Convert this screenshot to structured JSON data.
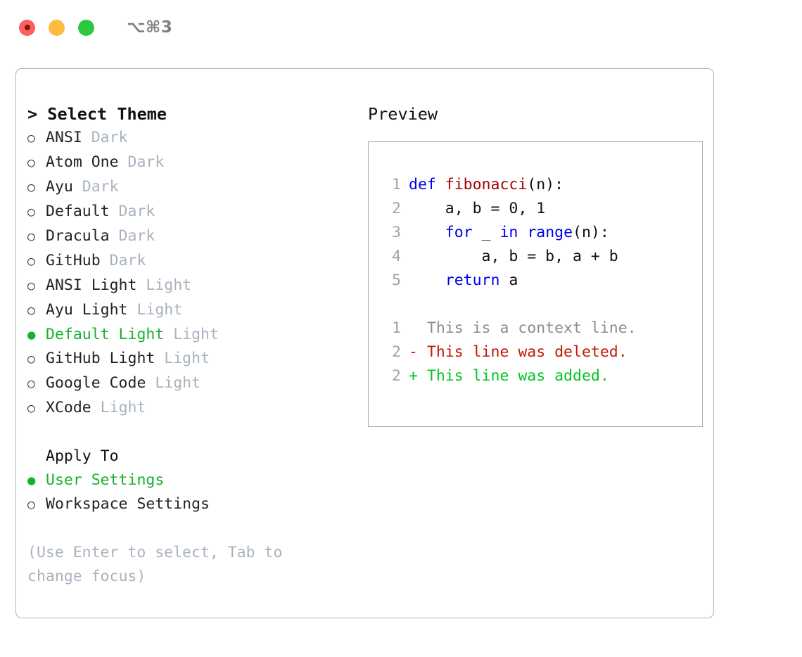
{
  "titlebar": {
    "shortcut": "⌥⌘3",
    "buttons": [
      "close",
      "minimize",
      "maximize"
    ]
  },
  "left": {
    "heading": "> Select Theme",
    "themes": [
      {
        "bullet": "○",
        "name": "ANSI",
        "tag": "Dark",
        "selected": false
      },
      {
        "bullet": "○",
        "name": "Atom One",
        "tag": "Dark",
        "selected": false
      },
      {
        "bullet": "○",
        "name": "Ayu",
        "tag": "Dark",
        "selected": false
      },
      {
        "bullet": "○",
        "name": "Default",
        "tag": "Dark",
        "selected": false
      },
      {
        "bullet": "○",
        "name": "Dracula",
        "tag": "Dark",
        "selected": false
      },
      {
        "bullet": "○",
        "name": "GitHub",
        "tag": "Dark",
        "selected": false
      },
      {
        "bullet": "○",
        "name": "ANSI Light",
        "tag": "Light",
        "selected": false
      },
      {
        "bullet": "○",
        "name": "Ayu Light",
        "tag": "Light",
        "selected": false
      },
      {
        "bullet": "●",
        "name": "Default Light",
        "tag": "Light",
        "selected": true
      },
      {
        "bullet": "○",
        "name": "GitHub Light",
        "tag": "Light",
        "selected": false
      },
      {
        "bullet": "○",
        "name": "Google Code",
        "tag": "Light",
        "selected": false
      },
      {
        "bullet": "○",
        "name": "XCode",
        "tag": "Light",
        "selected": false
      }
    ],
    "apply_to_label": "Apply To",
    "apply_to_options": [
      {
        "bullet": "●",
        "name": "User Settings",
        "selected": true
      },
      {
        "bullet": "○",
        "name": "Workspace Settings",
        "selected": false
      }
    ],
    "hint": "(Use Enter to select, Tab to\nchange focus)"
  },
  "right": {
    "preview_label": "Preview",
    "code_lines": [
      {
        "no": "1",
        "tokens": [
          {
            "t": "def ",
            "c": "kw"
          },
          {
            "t": "fibonacci",
            "c": "fn"
          },
          {
            "t": "(n):",
            "c": "plain"
          }
        ]
      },
      {
        "no": "2",
        "tokens": [
          {
            "t": "    a, b = 0, 1",
            "c": "plain"
          }
        ]
      },
      {
        "no": "3",
        "tokens": [
          {
            "t": "    ",
            "c": "plain"
          },
          {
            "t": "for",
            "c": "kw"
          },
          {
            "t": " _ ",
            "c": "plain"
          },
          {
            "t": "in",
            "c": "kw"
          },
          {
            "t": " ",
            "c": "plain"
          },
          {
            "t": "range",
            "c": "kw"
          },
          {
            "t": "(n):",
            "c": "plain"
          }
        ]
      },
      {
        "no": "4",
        "tokens": [
          {
            "t": "        a, b = b, a + b",
            "c": "plain"
          }
        ]
      },
      {
        "no": "5",
        "tokens": [
          {
            "t": "    ",
            "c": "plain"
          },
          {
            "t": "return",
            "c": "kw"
          },
          {
            "t": " a",
            "c": "plain"
          }
        ]
      }
    ],
    "diff_lines": [
      {
        "no": "1",
        "marker": " ",
        "text": "  This is a context line.",
        "kind": "ctx"
      },
      {
        "no": "2",
        "marker": "-",
        "text": "- This line was deleted.",
        "kind": "del"
      },
      {
        "no": "2",
        "marker": "+",
        "text": "+ This line was added.",
        "kind": "add"
      }
    ]
  },
  "colors": {
    "accent_green": "#16b12f",
    "diff_add": "#00c423",
    "diff_del": "#c21807",
    "keyword_blue": "#0000ee",
    "function_red": "#aa0000",
    "muted_gray": "#a8b2bd",
    "border": "#a9b4c0"
  }
}
